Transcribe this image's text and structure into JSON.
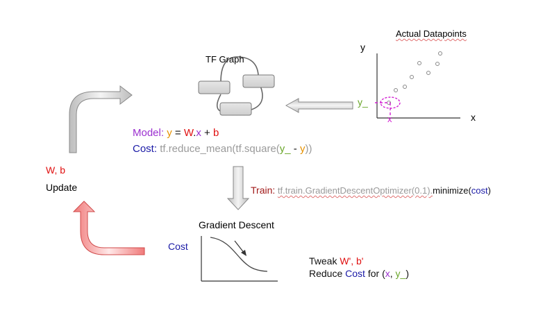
{
  "scatter": {
    "title": "Actual Datapoints",
    "y_axis_label": "y",
    "x_axis_label": "x",
    "y_marker_label": "y_",
    "x_marker_label": "x"
  },
  "graph": {
    "title": "TF Graph"
  },
  "model_line": {
    "label": "Model:",
    "y": "y",
    "eq": " = ",
    "W": "W",
    "dot": ".",
    "x": "x",
    "plus": " + ",
    "b": "b"
  },
  "cost_line": {
    "label": "Cost:",
    "fn1": "tf.reduce_mean(",
    "fn2": "tf.square(",
    "y_": "y_",
    "minus": " - ",
    "y": "y",
    "close": "))"
  },
  "update": {
    "params": "W, b",
    "label": "Update"
  },
  "train_line": {
    "label": "Train:",
    "call": "tf.train.GradientDescentOptimizer(0.1).",
    "method": "minimize(",
    "arg": "cost",
    "close": ")"
  },
  "gradient": {
    "title": "Gradient Descent",
    "cost_label": "Cost"
  },
  "tweak": {
    "line1_prefix": "Tweak ",
    "line1_params": "W', b'",
    "line2_prefix": "Reduce ",
    "line2_cost": "Cost",
    "line2_for": " for (",
    "line2_x": "x",
    "line2_sep": ", ",
    "line2_y": "y_",
    "line2_close": ")"
  },
  "colors": {
    "purple": "#9b2fd0",
    "orange": "#e69100",
    "red": "#e01010",
    "blue": "#1a1aa6",
    "gray": "#9a9a9a",
    "green": "#6aa62a",
    "maroon": "#a01818",
    "magenta": "#d21fd2"
  }
}
